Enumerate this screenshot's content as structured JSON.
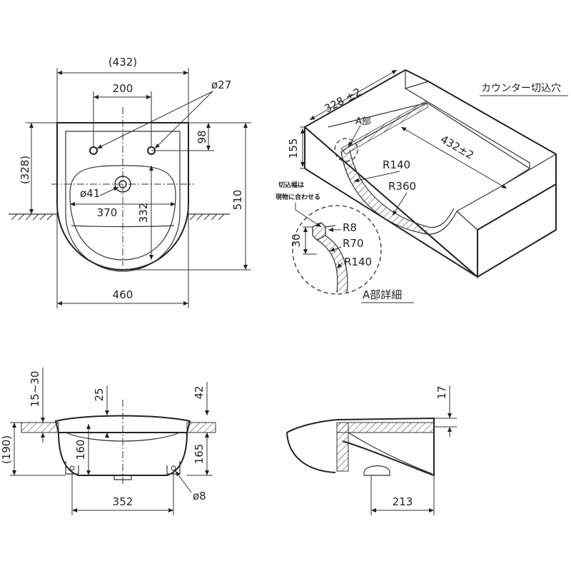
{
  "top_view": {
    "dim_width_ref": "(432)",
    "dim_tap_spacing": "200",
    "dim_hole_dia": "ø27",
    "dim_hole_offset": "98",
    "dim_depth_ref": "(328)",
    "dim_drain_dia": "ø41",
    "dim_bowl_width": "370",
    "dim_bowl_depth": "332",
    "dim_total_depth": "510",
    "dim_total_width": "460"
  },
  "iso_view": {
    "dim_cut_depth": "328 ±2",
    "dim_cut_width": "432±2",
    "dim_height": "155",
    "label_part_a": "A部",
    "radius_large": "R140",
    "radius_bowl": "R360",
    "label_counter_cut": "カウンター切込穴"
  },
  "detail_a": {
    "note_line1": "切込幅は",
    "note_line2": "現物に合わせる",
    "radius_small": "R8",
    "radius_mid": "R70",
    "radius_large": "R140",
    "dim_height": "30",
    "title": "A部詳細"
  },
  "front_view": {
    "dim_counter_thk": "15~30",
    "dim_rim_drop": "25",
    "dim_top_42": "42",
    "dim_total_ref": "(190)",
    "dim_160": "160",
    "dim_165": "165",
    "dim_352": "352",
    "dim_hole": "ø8"
  },
  "side_view": {
    "dim_17": "17",
    "dim_213": "213"
  }
}
